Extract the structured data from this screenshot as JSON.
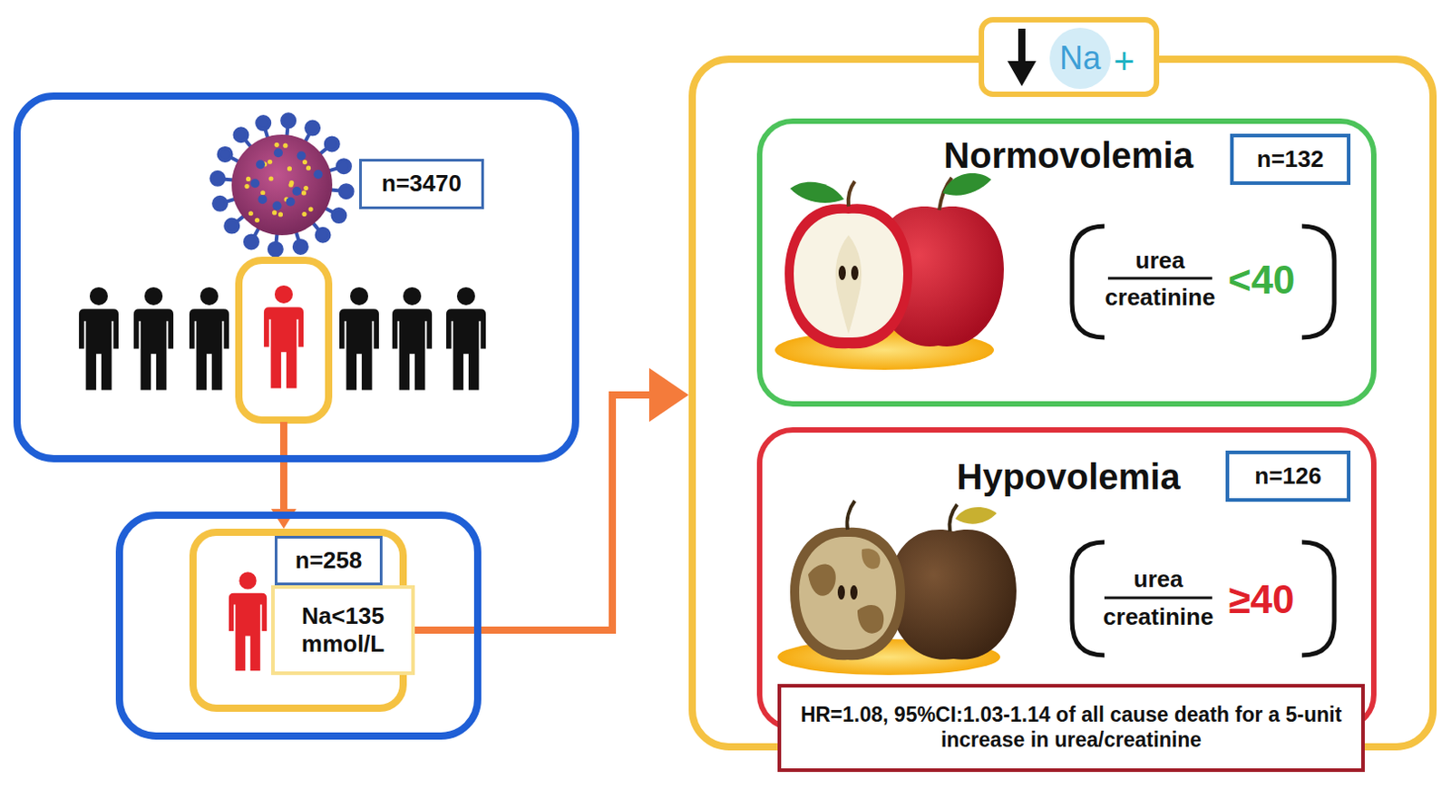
{
  "diagram": {
    "nodes": [
      {
        "text": []
      },
      {
        "text": [
          "n=3470"
        ],
        "in": 0
      },
      {
        "text": []
      },
      {
        "text": [],
        "in": 2
      },
      {
        "text": [
          "n=258"
        ],
        "in": 3
      },
      {
        "text": [
          "Na<135 mmol/L"
        ],
        "in": 3
      },
      {
        "text": []
      },
      {
        "text": [
          "Na",
          "+"
        ],
        "in": 6
      },
      {
        "text": [
          "Normovolemia",
          "urea",
          "creatinine",
          "<40"
        ],
        "in": 6
      },
      {
        "text": [
          "n=132"
        ],
        "in": 8
      },
      {
        "text": [
          "Hypovolemia",
          "urea",
          "creatinine",
          "≥40"
        ],
        "in": 6
      },
      {
        "text": [
          "n=126"
        ],
        "in": 10
      },
      {
        "text": [
          "HR=1.08, 95%CI:1.03-1.14 of all cause death for a 5-unit increase in urea/creatinine"
        ],
        "in": 6
      }
    ],
    "edges": [
      {
        "from": 0,
        "to": 3,
        "arrow": "to"
      },
      {
        "from": 5,
        "to": 6,
        "arrow": "to"
      }
    ]
  }
}
